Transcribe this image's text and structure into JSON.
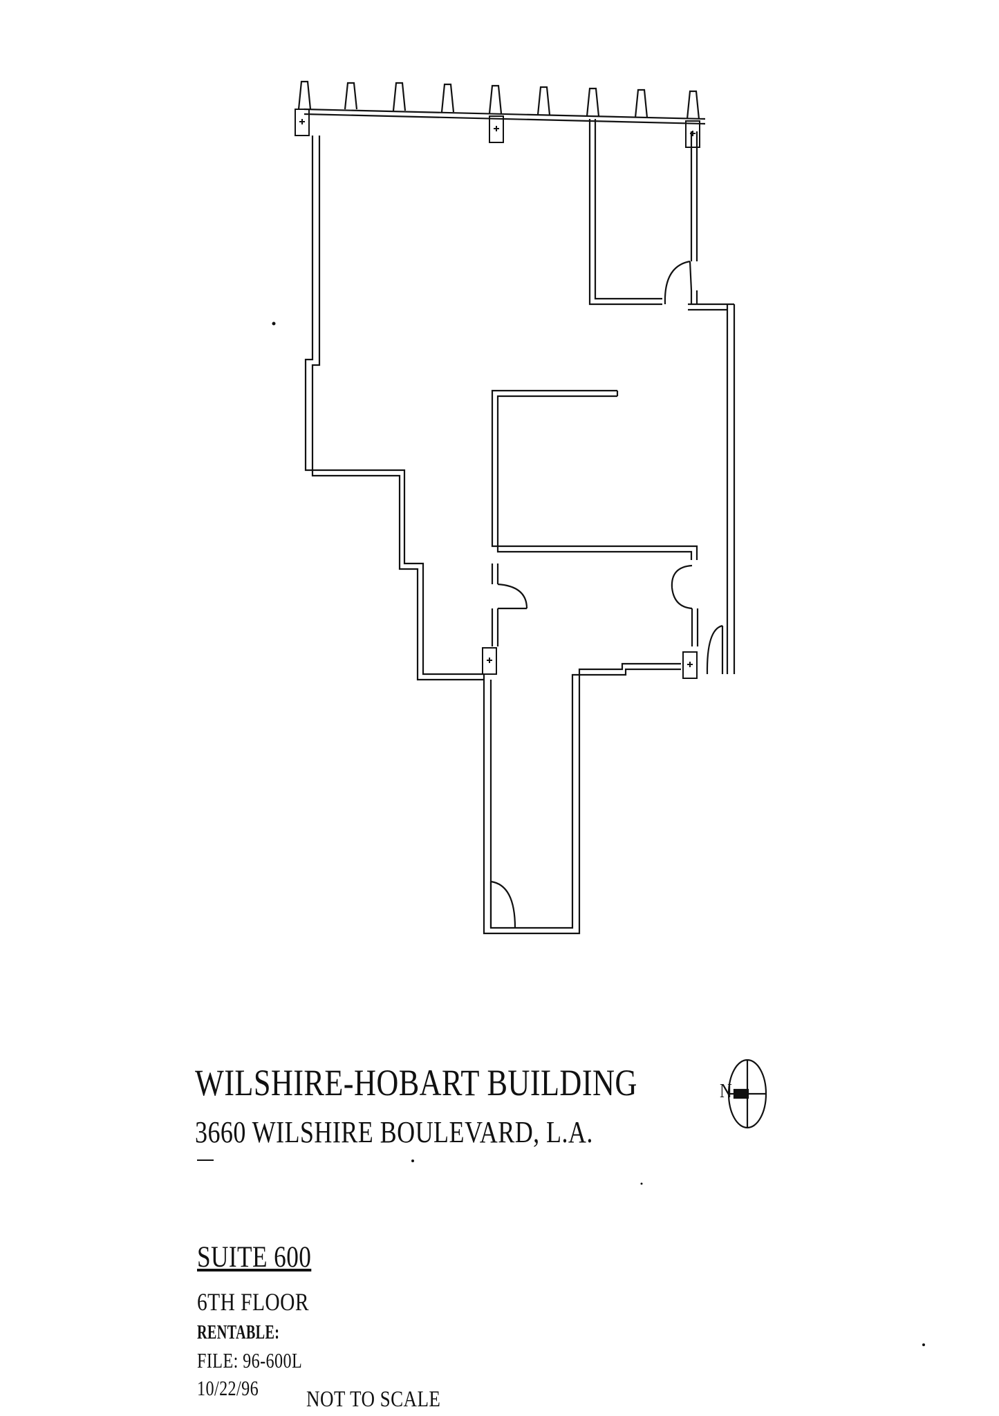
{
  "title_block": {
    "building_name": "WILSHIRE-HOBART BUILDING",
    "address": "3660 WILSHIRE BOULEVARD, L.A.",
    "suite": "SUITE 600",
    "floor": "6TH FLOOR",
    "rentable": "RENTABLE:",
    "file": "FILE: 96-600L",
    "date": "10/22/96",
    "scale_note": "NOT TO SCALE"
  },
  "north_arrow": {
    "label": "N"
  },
  "colors": {
    "line": "#111111",
    "paper": "#ffffff"
  }
}
